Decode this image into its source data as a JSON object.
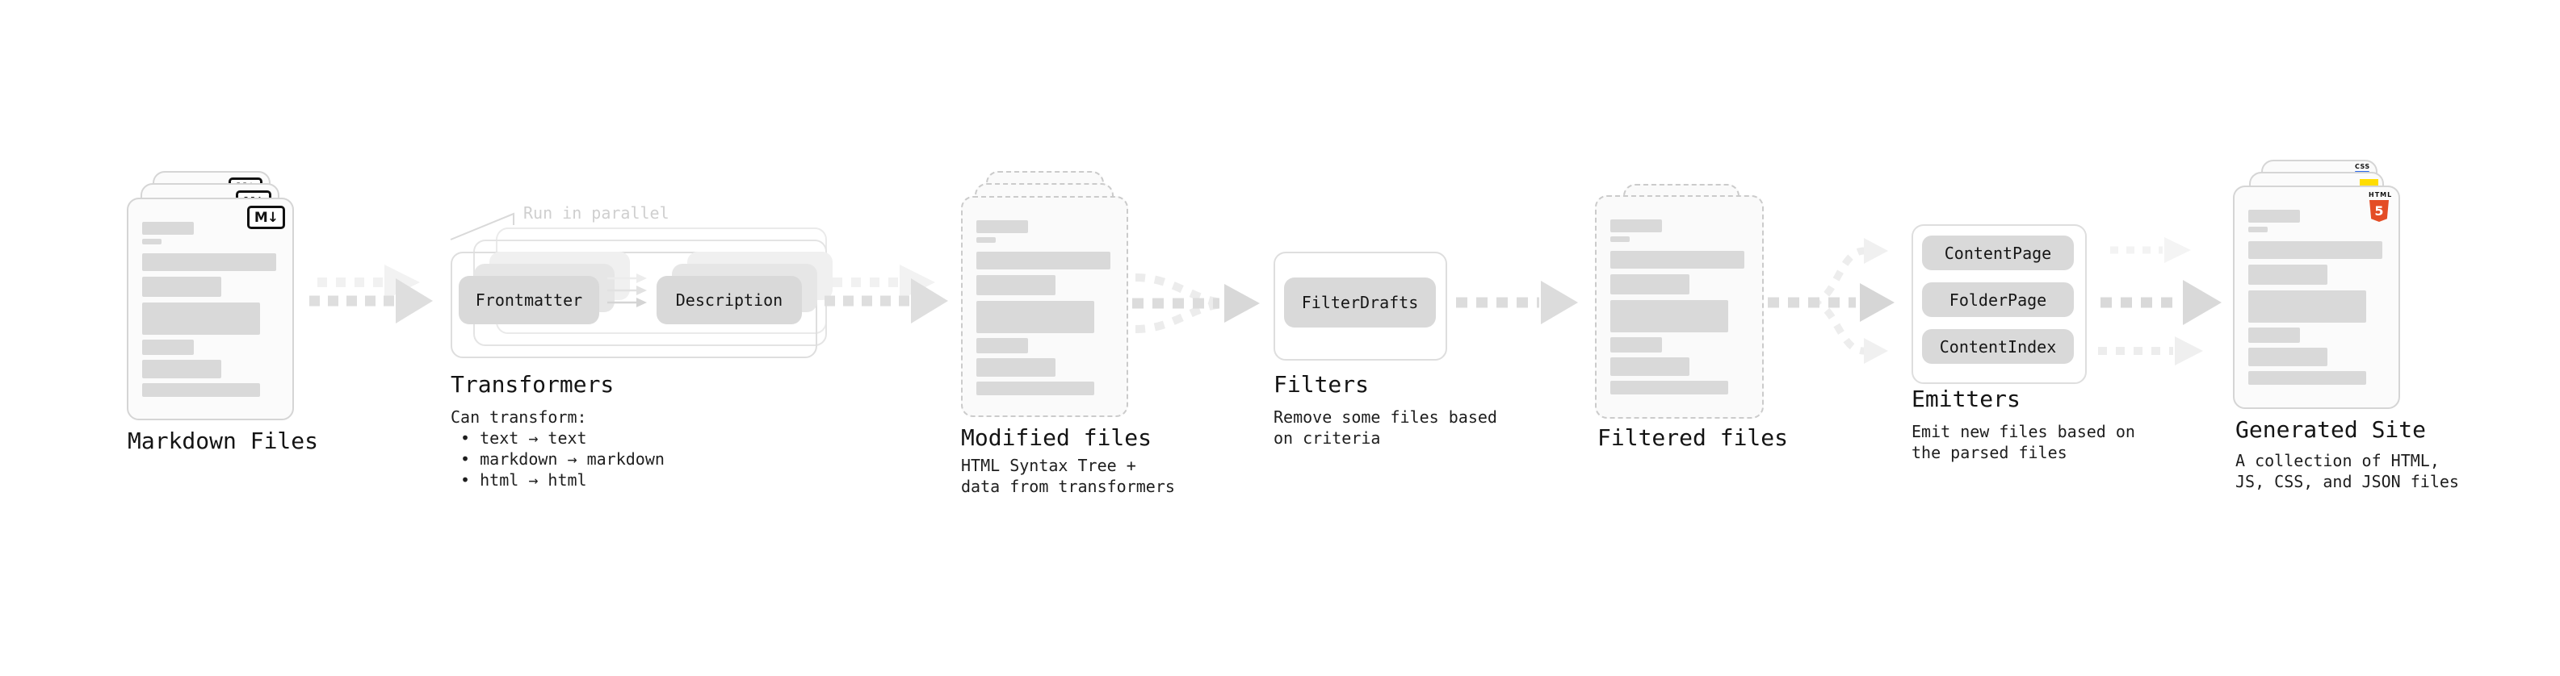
{
  "stages": {
    "markdown_files": {
      "label": "Markdown Files"
    },
    "transformers": {
      "label": "Transformers",
      "note": "Run in parallel",
      "input_pill": "Frontmatter",
      "output_pill": "Description",
      "description": "Can transform:\n • text → text\n • markdown → markdown\n • html → html"
    },
    "modified_files": {
      "label": "Modified files",
      "description": "HTML Syntax Tree +\ndata from transformers"
    },
    "filters": {
      "label": "Filters",
      "pill": "FilterDrafts",
      "description": "Remove some files based\non criteria"
    },
    "filtered_files": {
      "label": "Filtered files"
    },
    "emitters": {
      "label": "Emitters",
      "pills": [
        "ContentPage",
        "FolderPage",
        "ContentIndex"
      ],
      "description": "Emit new files based on\nthe parsed files"
    },
    "generated_site": {
      "label": "Generated Site",
      "description": "A collection of HTML,\nJS, CSS, and JSON files"
    }
  },
  "badges": {
    "markdown_icon": "M↓",
    "css_label": "CSS",
    "html5_word": "HTML",
    "html5_number": "5"
  },
  "colors": {
    "html5_orange": "#e44d26",
    "js_yellow": "#ffdd00",
    "css_blue": "#2b68e8",
    "bar_gray": "#d9d9d9",
    "arrow_gray": "#dedede",
    "arrow_ghost_gray": "#f1f1f1",
    "text_dark": "#141414",
    "note_gray": "#cfcfcf"
  },
  "decor": {
    "file_card_bars": [
      {
        "w": 64,
        "h": 16,
        "mb": 5
      },
      {
        "w": 24,
        "h": 7,
        "mb": 11
      },
      {
        "w": 166,
        "h": 22,
        "mb": 7
      },
      {
        "w": 98,
        "h": 25,
        "mb": 7
      },
      {
        "w": 146,
        "h": 40,
        "mb": 6
      },
      {
        "w": 64,
        "h": 19,
        "mb": 6
      },
      {
        "w": 98,
        "h": 23,
        "mb": 6
      },
      {
        "w": 146,
        "h": 17,
        "mb": 0
      }
    ]
  }
}
